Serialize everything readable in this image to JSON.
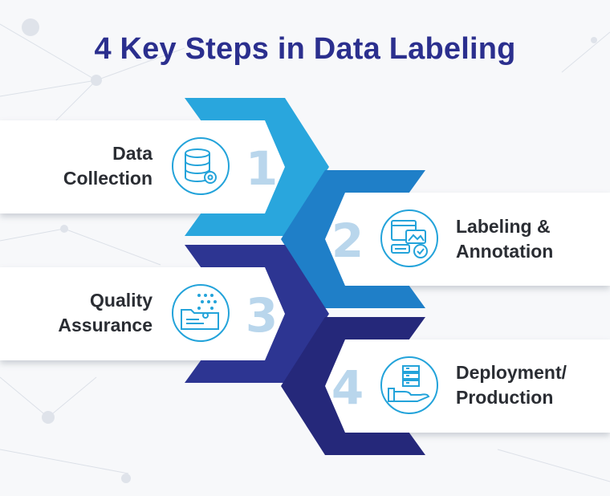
{
  "title": "4 Key Steps in Data Labeling",
  "steps": [
    {
      "number": "1",
      "line1": "Data",
      "line2": "Collection",
      "icon": "database-gear-icon"
    },
    {
      "number": "2",
      "line1": "Labeling &",
      "line2": "Annotation",
      "icon": "annotation-window-icon"
    },
    {
      "number": "3",
      "line1": "Quality",
      "line2": "Assurance",
      "icon": "quality-folder-icon"
    },
    {
      "number": "4",
      "line1": "Deployment/",
      "line2": "Production",
      "icon": "server-hand-icon"
    }
  ],
  "colors": {
    "title": "#2b2f8e",
    "step1": "#29a6dd",
    "step2": "#1f7fc8",
    "step3": "#2d3592",
    "step4": "#25287a",
    "number": "#b9d6ec",
    "icon": "#23a3da",
    "panel": "#ffffff"
  }
}
